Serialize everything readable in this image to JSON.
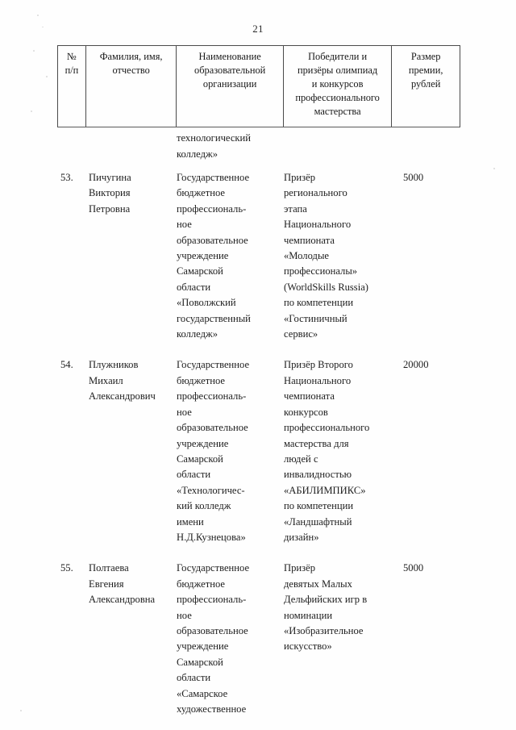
{
  "document": {
    "page_number": "21",
    "language": "ru"
  },
  "table": {
    "headers": [
      {
        "id": "index",
        "lines": [
          "№",
          "п/п"
        ]
      },
      {
        "id": "person",
        "lines": [
          "Фамилия, имя,",
          "отчество"
        ]
      },
      {
        "id": "organization",
        "lines": [
          "Наименование",
          "образовательной",
          "организации"
        ]
      },
      {
        "id": "achievement",
        "lines": [
          "Победители и",
          "призёры олимпиад",
          "и конкурсов",
          "профессионального",
          "мастерства"
        ]
      },
      {
        "id": "amount",
        "lines": [
          "Размер",
          "премии,",
          "рублей"
        ]
      }
    ],
    "continuation_from_previous_page": {
      "column": "organization",
      "lines": [
        "технологический",
        "колледж»"
      ]
    },
    "rows": [
      {
        "number": "53.",
        "name_lines": [
          "Пичугина",
          "Виктория",
          "Петровна"
        ],
        "organization_lines": [
          "Государственное",
          "бюджетное",
          "профессиональ-",
          "ное",
          "образовательное",
          "учреждение",
          "Самарской",
          "области",
          "«Поволжский",
          "государственный",
          "колледж»"
        ],
        "achievement_lines": [
          "Призёр",
          "регионального",
          "этапа",
          "Национального",
          "чемпионата",
          "«Молодые",
          "профессионалы»",
          "(WorldSkills Russia)",
          "по компетенции",
          "«Гостиничный",
          "сервис»"
        ],
        "amount": "5000"
      },
      {
        "number": "54.",
        "name_lines": [
          "Плужников",
          "Михаил",
          "Александрович"
        ],
        "organization_lines": [
          "Государственное",
          "бюджетное",
          "профессиональ-",
          "ное",
          "образовательное",
          "учреждение",
          "Самарской",
          "области",
          "«Технологичес-",
          "кий колледж",
          "имени",
          "Н.Д.Кузнецова»"
        ],
        "achievement_lines": [
          "Призёр Второго",
          "Национального",
          "чемпионата",
          "конкурсов",
          "профессионального",
          "мастерства для",
          "людей с",
          "инвалидностью",
          "«АБИЛИМПИКС»",
          "по компетенции",
          "«Ландшафтный",
          "дизайн»"
        ],
        "amount": "20000"
      },
      {
        "number": "55.",
        "name_lines": [
          "Полтаева",
          "Евгения",
          "Александровна"
        ],
        "organization_lines": [
          "Государственное",
          "бюджетное",
          "профессиональ-",
          "ное",
          "образовательное",
          "учреждение",
          "Самарской",
          "области",
          "«Самарское",
          "художественное"
        ],
        "achievement_lines": [
          "Призёр",
          "девятых Малых",
          "Дельфийских игр в",
          "номинации",
          "«Изобразительное",
          "искусство»"
        ],
        "amount": "5000"
      }
    ]
  },
  "style": {
    "ink": "#1e1e1e",
    "rule": "#4a4a4a",
    "paper": "#fefefe"
  }
}
